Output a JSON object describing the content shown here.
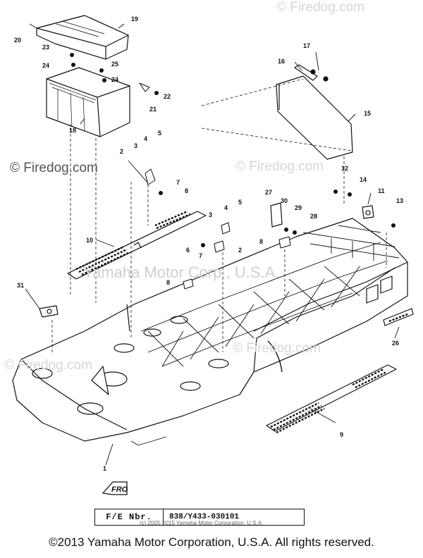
{
  "watermarks": {
    "top_right": "© Firedog.com",
    "left_mid": "© Firedog.com",
    "right_mid": "© Firedog.com",
    "center": "Yamaha Motor Corp., U.S.A.",
    "bottom_left": "© Firedog.com",
    "bottom_mid": "© Firedog.com"
  },
  "callouts": {
    "c1": "1",
    "c2a": "2",
    "c2b": "2",
    "c3a": "3",
    "c3b": "3",
    "c4a": "4",
    "c4b": "4",
    "c5a": "5",
    "c5b": "5",
    "c6": "6",
    "c7a": "7",
    "c7b": "7",
    "c8a": "8",
    "c8b": "8",
    "c8c": "8",
    "c9": "9",
    "c10": "10",
    "c11": "11",
    "c12": "12",
    "c13": "13",
    "c14": "14",
    "c15": "15",
    "c16": "16",
    "c17": "17",
    "c18": "18",
    "c19": "19",
    "c20": "20",
    "c21": "21",
    "c22": "22",
    "c23": "23",
    "c24a": "24",
    "c24b": "24",
    "c25": "25",
    "c26": "26",
    "c27": "27",
    "c28": "28",
    "c29": "29",
    "c30": "30",
    "c31": "31"
  },
  "direction_mark": "FRO",
  "frame_number": {
    "label": "F/E Nbr.",
    "value": "838/Y433-030101"
  },
  "small_copyright": "(c) 2005-2015 Yamaha Motor Corporation, U.S.A.",
  "footer_copyright": "©2013 Yamaha Motor Corporation, U.S.A. All rights reserved."
}
